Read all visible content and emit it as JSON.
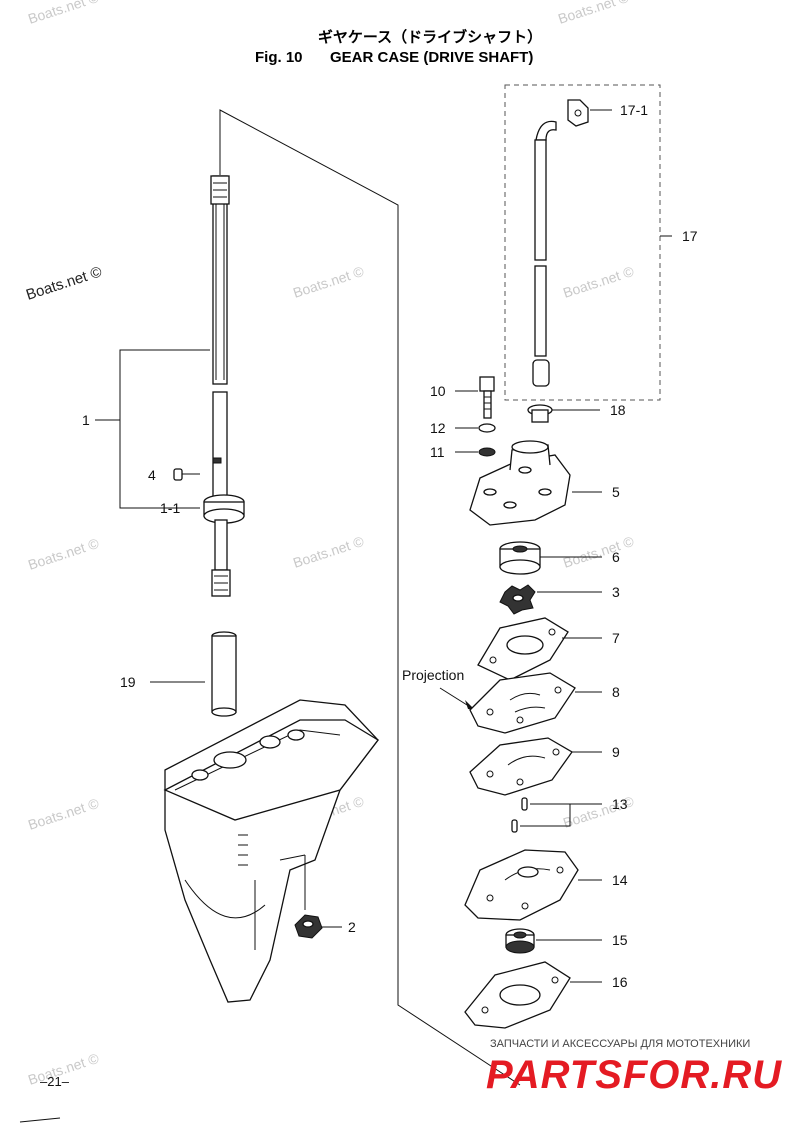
{
  "header": {
    "title_jp": "ギヤケース（ドライブシャフト）",
    "fig_number": "Fig. 10",
    "title_en": "GEAR CASE (DRIVE SHAFT)"
  },
  "labels": {
    "p1": "1",
    "p1_1": "1-1",
    "p2": "2",
    "p3": "3",
    "p4": "4",
    "p5": "5",
    "p6": "6",
    "p7": "7",
    "p8": "8",
    "p9": "9",
    "p10": "10",
    "p11": "11",
    "p12": "12",
    "p13": "13",
    "p14": "14",
    "p15": "15",
    "p16": "16",
    "p17": "17",
    "p17_1": "17-1",
    "p18": "18",
    "p19": "19",
    "projection": "Projection"
  },
  "watermark": "Boats.net ©",
  "footer": {
    "page_number": "–21–",
    "brand": "PARTSFOR.RU",
    "brand_tagline": "ЗАПЧАСТИ И АКСЕССУАРЫ ДЛЯ МОТОТЕХНИКИ"
  }
}
